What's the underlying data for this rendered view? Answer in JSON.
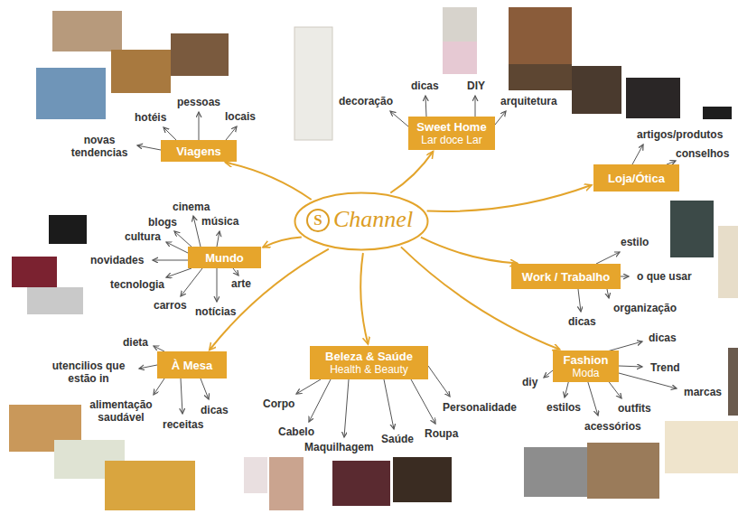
{
  "diagram": {
    "nodes": [
      {
        "text": [
          "S",
          "Channel"
        ]
      },
      {
        "text": [
          "Sweet Home",
          "Lar doce Lar"
        ]
      },
      {
        "text": [
          "Viagens"
        ]
      },
      {
        "text": [
          "Loja/Ótica"
        ]
      },
      {
        "text": [
          "Mundo"
        ]
      },
      {
        "text": [
          "Work / Trabalho"
        ]
      },
      {
        "text": [
          "À Mesa"
        ]
      },
      {
        "text": [
          "Beleza & Saúde",
          "Health & Beauty"
        ]
      },
      {
        "text": [
          "Fashion",
          "Moda"
        ]
      }
    ],
    "edges": [
      {
        "from": 0,
        "to": 1,
        "arrow": "to"
      },
      {
        "from": 0,
        "to": 2,
        "arrow": "to"
      },
      {
        "from": 0,
        "to": 3,
        "arrow": "to"
      },
      {
        "from": 0,
        "to": 4,
        "arrow": "to"
      },
      {
        "from": 0,
        "to": 5,
        "arrow": "to"
      },
      {
        "from": 0,
        "to": 6,
        "arrow": "to"
      },
      {
        "from": 0,
        "to": 7,
        "arrow": "to"
      },
      {
        "from": 0,
        "to": 8,
        "arrow": "to"
      }
    ],
    "labels": [
      "novas tendencias",
      "hotéis",
      "pessoas",
      "locais",
      "decoração",
      "dicas",
      "DIY",
      "arquitetura",
      "artigos/produtos",
      "conselhos",
      "cinema",
      "música",
      "blogs",
      "cultura",
      "novidades",
      "tecnologia",
      "carros",
      "notícias",
      "arte",
      "estilo",
      "o que usar",
      "organização",
      "dicas",
      "dieta",
      "utencilios que estão in",
      "alimentação saudável",
      "receitas",
      "dicas",
      "Corpo",
      "Cabelo",
      "Maquilhagem",
      "Saúde",
      "Roupa",
      "Personalidade",
      "dicas",
      "Trend",
      "marcas",
      "outfits",
      "acessórios",
      "estilos",
      "diy"
    ]
  }
}
